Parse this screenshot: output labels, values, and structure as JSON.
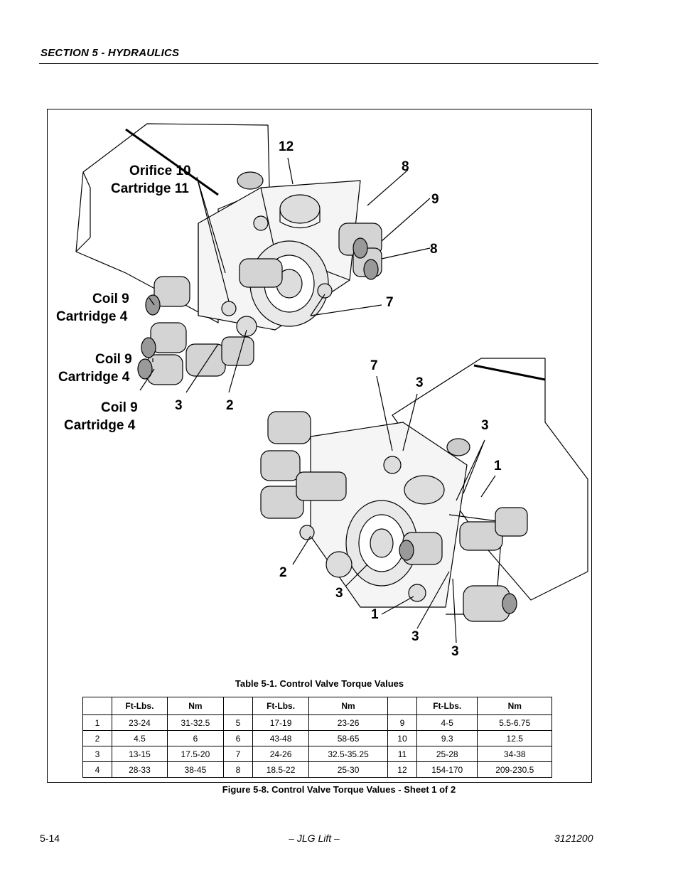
{
  "header": {
    "section_title": "SECTION 5 - HYDRAULICS"
  },
  "callouts": {
    "orifice": "Orifice 10",
    "cartridge11": "Cartridge 11",
    "coil": "Coil 9",
    "cartridge4": "Cartridge 4",
    "n1": "1",
    "n2": "2",
    "n3": "3",
    "n7": "7",
    "n8": "8",
    "n9": "9",
    "n12": "12"
  },
  "table": {
    "title": "Table 5-1. Control Valve Torque Values",
    "headers": [
      "",
      "Ft-Lbs.",
      "Nm",
      "",
      "Ft-Lbs.",
      "Nm",
      "",
      "Ft-Lbs.",
      "Nm"
    ],
    "rows": [
      [
        "1",
        "23-24",
        "31-32.5",
        "5",
        "17-19",
        "23-26",
        "9",
        "4-5",
        "5.5-6.75"
      ],
      [
        "2",
        "4.5",
        "6",
        "6",
        "43-48",
        "58-65",
        "10",
        "9.3",
        "12.5"
      ],
      [
        "3",
        "13-15",
        "17.5-20",
        "7",
        "24-26",
        "32.5-35.25",
        "11",
        "25-28",
        "34-38"
      ],
      [
        "4",
        "28-33",
        "38-45",
        "8",
        "18.5-22",
        "25-30",
        "12",
        "154-170",
        "209-230.5"
      ]
    ]
  },
  "figure_caption": "Figure 5-8.  Control Valve Torque Values - Sheet 1 of 2",
  "footer": {
    "page_number": "5-14",
    "brand": "– JLG Lift –",
    "doc_number": "3121200"
  }
}
